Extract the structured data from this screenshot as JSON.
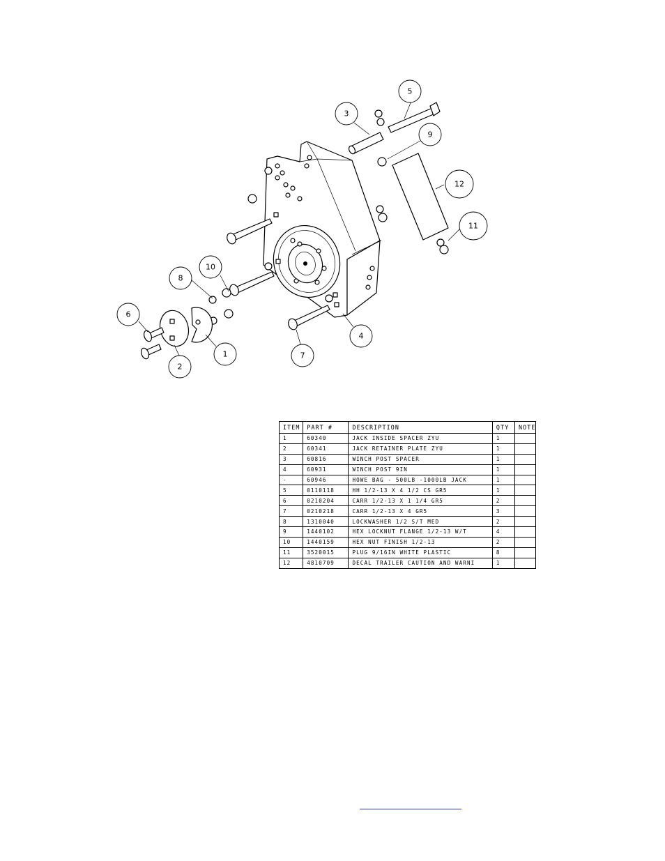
{
  "balloons": [
    {
      "label": "1"
    },
    {
      "label": "2"
    },
    {
      "label": "3"
    },
    {
      "label": "4"
    },
    {
      "label": "5"
    },
    {
      "label": "6"
    },
    {
      "label": "7"
    },
    {
      "label": "8"
    },
    {
      "label": "9"
    },
    {
      "label": "10"
    },
    {
      "label": "11"
    },
    {
      "label": "12"
    }
  ],
  "table": {
    "headers": [
      "ITEM",
      "PART #",
      "DESCRIPTION",
      "QTY",
      "NOTE"
    ],
    "rows": [
      {
        "item": "1",
        "part": "60340",
        "desc": "JACK INSIDE SPACER ZYU",
        "qty": "1"
      },
      {
        "item": "2",
        "part": "60341",
        "desc": "JACK RETAINER PLATE ZYU",
        "qty": "1"
      },
      {
        "item": "3",
        "part": "60816",
        "desc": "WINCH POST SPACER",
        "qty": "1"
      },
      {
        "item": "4",
        "part": "60931",
        "desc": "WINCH POST 9IN",
        "qty": "1"
      },
      {
        "item": "-",
        "part": "60946",
        "desc": "HOWE BAG - 500LB -1000LB JACK",
        "qty": "1"
      },
      {
        "item": "5",
        "part": "0110118",
        "desc": "HH 1/2-13 X 4 1/2 CS GR5",
        "qty": "1"
      },
      {
        "item": "6",
        "part": "0210204",
        "desc": "CARR 1/2-13 X 1 1/4 GR5",
        "qty": "2"
      },
      {
        "item": "7",
        "part": "0210218",
        "desc": "CARR 1/2-13 X 4 GR5",
        "qty": "3"
      },
      {
        "item": "8",
        "part": "1310040",
        "desc": "LOCKWASHER 1/2 S/T MED",
        "qty": "2"
      },
      {
        "item": "9",
        "part": "1440102",
        "desc": "HEX LOCKNUT FLANGE 1/2-13 W/T",
        "qty": "4"
      },
      {
        "item": "10",
        "part": "1440159",
        "desc": "HEX NUT FINISH 1/2-13",
        "qty": "2"
      },
      {
        "item": "11",
        "part": "3520015",
        "desc": "PLUG 9/16IN WHITE PLASTIC",
        "qty": "8"
      },
      {
        "item": "12",
        "part": "4810709",
        "desc": "DECAL TRAILER CAUTION AND WARNI",
        "qty": "1"
      }
    ]
  }
}
